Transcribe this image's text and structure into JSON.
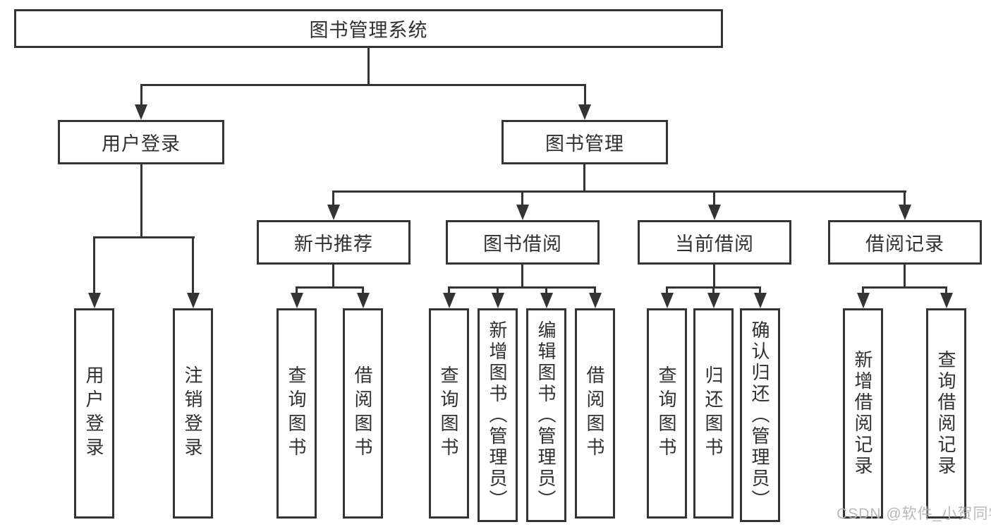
{
  "tree": {
    "root": {
      "label": "图书管理系统"
    },
    "branches": [
      {
        "label": "用户登录",
        "children": [
          {
            "label": "用户登录"
          },
          {
            "label": "注销登录"
          }
        ]
      },
      {
        "label": "图书管理",
        "children": [
          {
            "label": "新书推荐",
            "children": [
              {
                "label": "查询图书"
              },
              {
                "label": "借阅图书"
              }
            ]
          },
          {
            "label": "图书借阅",
            "children": [
              {
                "label": "查询图书"
              },
              {
                "label": "新增图书（管理员）"
              },
              {
                "label": "编辑图书（管理员）"
              },
              {
                "label": "借阅图书"
              }
            ]
          },
          {
            "label": "当前借阅",
            "children": [
              {
                "label": "查询图书"
              },
              {
                "label": "归还图书"
              },
              {
                "label": "确认归还（管理员）"
              }
            ]
          },
          {
            "label": "借阅记录",
            "children": [
              {
                "label": "新增借阅记录"
              },
              {
                "label": "查询借阅记录"
              }
            ]
          }
        ]
      }
    ]
  },
  "watermark": {
    "text": "CSDN @软件_小贺同学"
  },
  "colors": {
    "line": "#343434",
    "text": "#303030",
    "watermark": "#b6b6b6",
    "background": "#ffffff"
  }
}
